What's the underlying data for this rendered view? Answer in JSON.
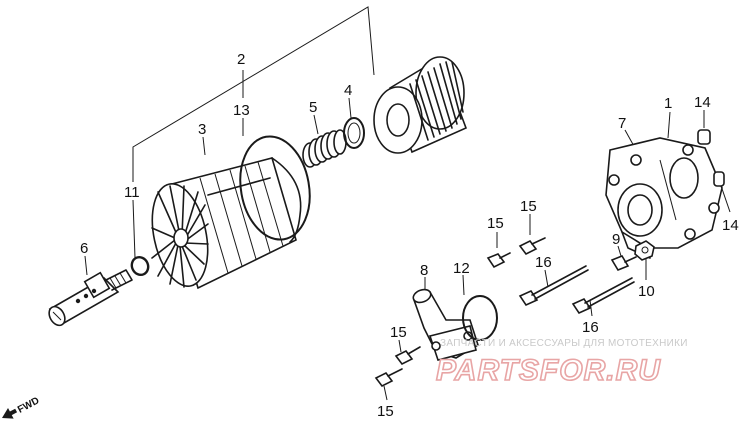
{
  "callouts": {
    "c1": "1",
    "c2": "2",
    "c3": "3",
    "c4": "4",
    "c5": "5",
    "c6": "6",
    "c7": "7",
    "c8": "8",
    "c9": "9",
    "c10": "10",
    "c11": "11",
    "c12": "12",
    "c13": "13",
    "c14a": "14",
    "c14b": "14",
    "c15a": "15",
    "c15b": "15",
    "c15c": "15",
    "c15d": "15",
    "c16a": "16",
    "c16b": "16"
  },
  "direction_label": "FWD",
  "watermark": {
    "subtitle": "ЗАПЧАСТИ И АКСЕССУАРЫ ДЛЯ МОТОТЕХНИКИ",
    "brand": "PARTSFOR.RU"
  },
  "colors": {
    "ink": "#1a1a1a",
    "watermark": "#e8a5a5",
    "background": "#ffffff"
  }
}
